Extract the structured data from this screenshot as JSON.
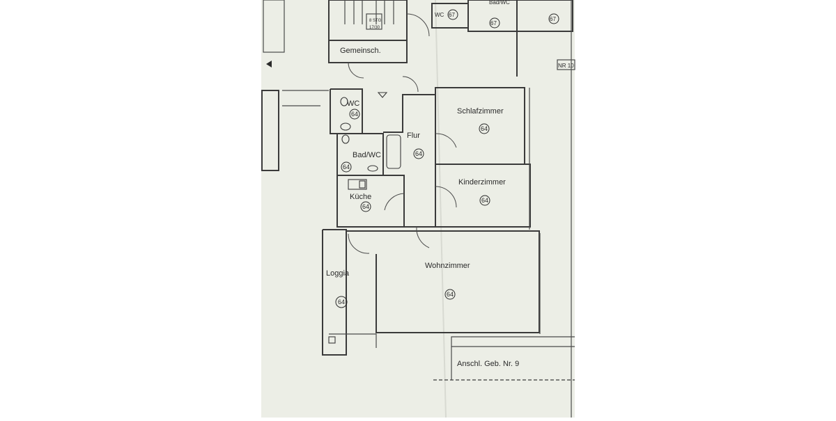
{
  "colors": {
    "background": "#ffffff",
    "paper": "#eceee6",
    "line": "#3a3a3a"
  },
  "top_labels": {
    "stair_line1": "8 STG",
    "stair_line2": "17/30",
    "wc_neighbor": "WC",
    "bad_neighbor": "Bad/WC",
    "num_67a": "67",
    "num_67b": "67",
    "num_67c": "67",
    "nr_label": "NR 10"
  },
  "rooms": {
    "gemeinsch": "Gemeinsch.",
    "wc": "WC",
    "bad_wc": "Bad/WC",
    "kueche": "Küche",
    "flur": "Flur",
    "schlafzimmer": "Schlafzimmer",
    "kinderzimmer": "Kinderzimmer",
    "wohnzimmer": "Wohnzimmer",
    "loggia": "Loggia"
  },
  "numbers": {
    "wc": "64",
    "bad": "64",
    "kueche": "64",
    "flur": "64",
    "schlaf": "64",
    "kinder": "64",
    "wohn": "64",
    "loggia": "64"
  },
  "annex_label": "Anschl. Geb. Nr. 9"
}
